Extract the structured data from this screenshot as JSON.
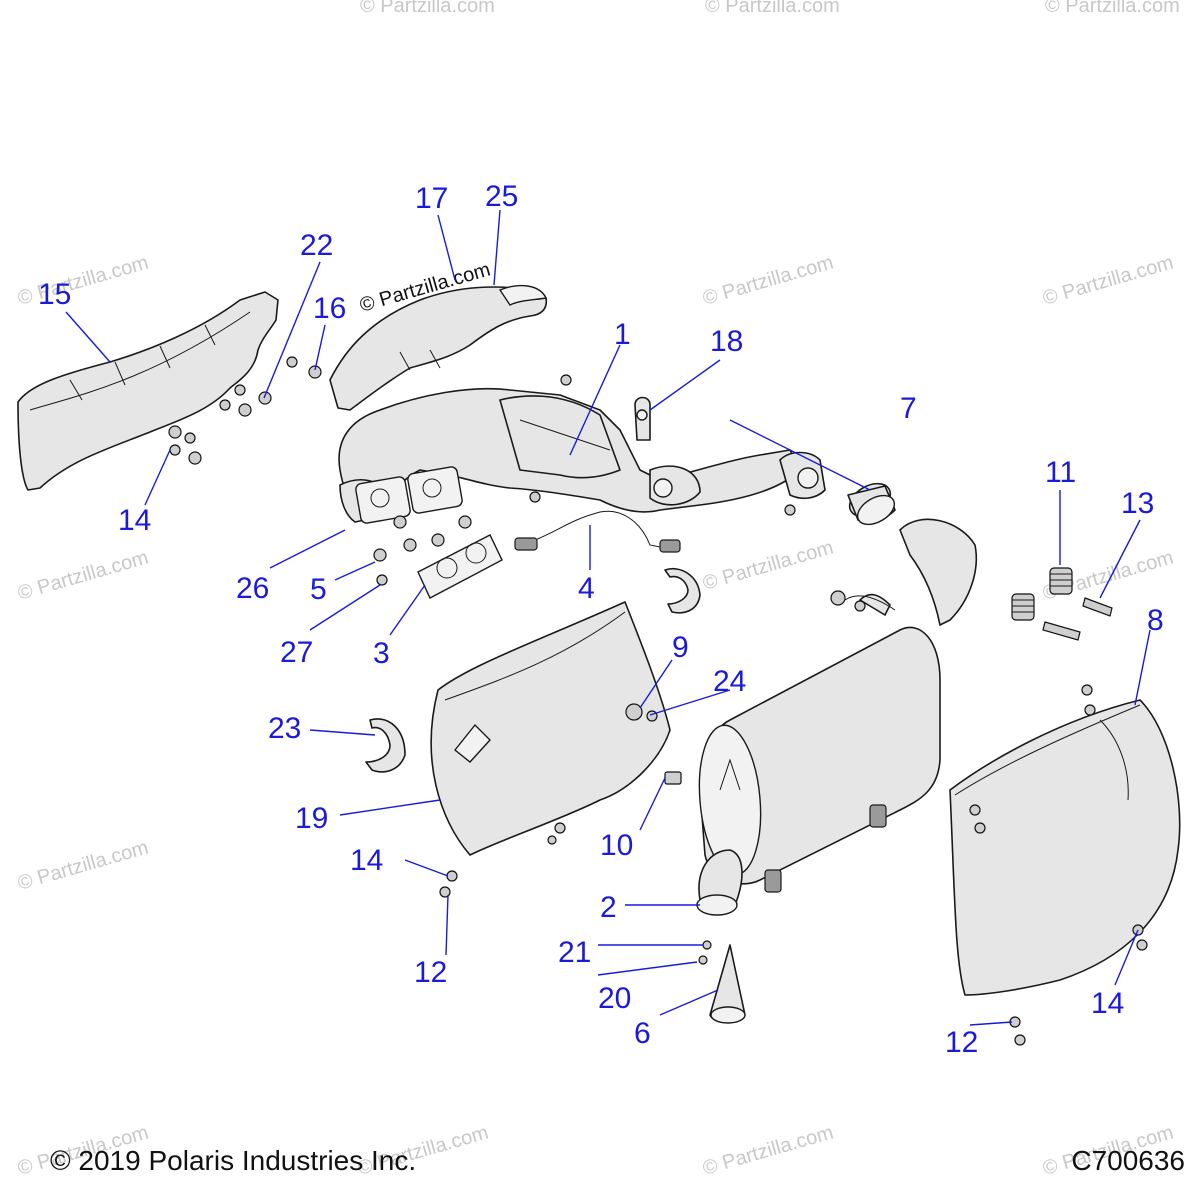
{
  "watermark": {
    "text": "© Partzilla.com",
    "main_text": "© Partzilla.com"
  },
  "callouts": [
    {
      "id": "1",
      "label": "1"
    },
    {
      "id": "2",
      "label": "2"
    },
    {
      "id": "3",
      "label": "3"
    },
    {
      "id": "4",
      "label": "4"
    },
    {
      "id": "5",
      "label": "5"
    },
    {
      "id": "6",
      "label": "6"
    },
    {
      "id": "7",
      "label": "7"
    },
    {
      "id": "8",
      "label": "8"
    },
    {
      "id": "9",
      "label": "9"
    },
    {
      "id": "10",
      "label": "10"
    },
    {
      "id": "11",
      "label": "11"
    },
    {
      "id": "12a",
      "label": "12"
    },
    {
      "id": "12b",
      "label": "12"
    },
    {
      "id": "13",
      "label": "13"
    },
    {
      "id": "14a",
      "label": "14"
    },
    {
      "id": "14b",
      "label": "14"
    },
    {
      "id": "14c",
      "label": "14"
    },
    {
      "id": "15",
      "label": "15"
    },
    {
      "id": "16",
      "label": "16"
    },
    {
      "id": "17",
      "label": "17"
    },
    {
      "id": "18",
      "label": "18"
    },
    {
      "id": "19",
      "label": "19"
    },
    {
      "id": "20",
      "label": "20"
    },
    {
      "id": "21",
      "label": "21"
    },
    {
      "id": "22",
      "label": "22"
    },
    {
      "id": "23",
      "label": "23"
    },
    {
      "id": "24",
      "label": "24"
    },
    {
      "id": "25",
      "label": "25"
    },
    {
      "id": "26",
      "label": "26"
    },
    {
      "id": "27",
      "label": "27"
    }
  ],
  "footer": {
    "copyright": "© 2019 Polaris Industries Inc.",
    "figure_code": "C700636"
  },
  "colors": {
    "callout": "#1a1adc",
    "part_fill": "#e6e6e6",
    "outline": "#1a1a1a",
    "watermark": "#c8c8c8"
  }
}
